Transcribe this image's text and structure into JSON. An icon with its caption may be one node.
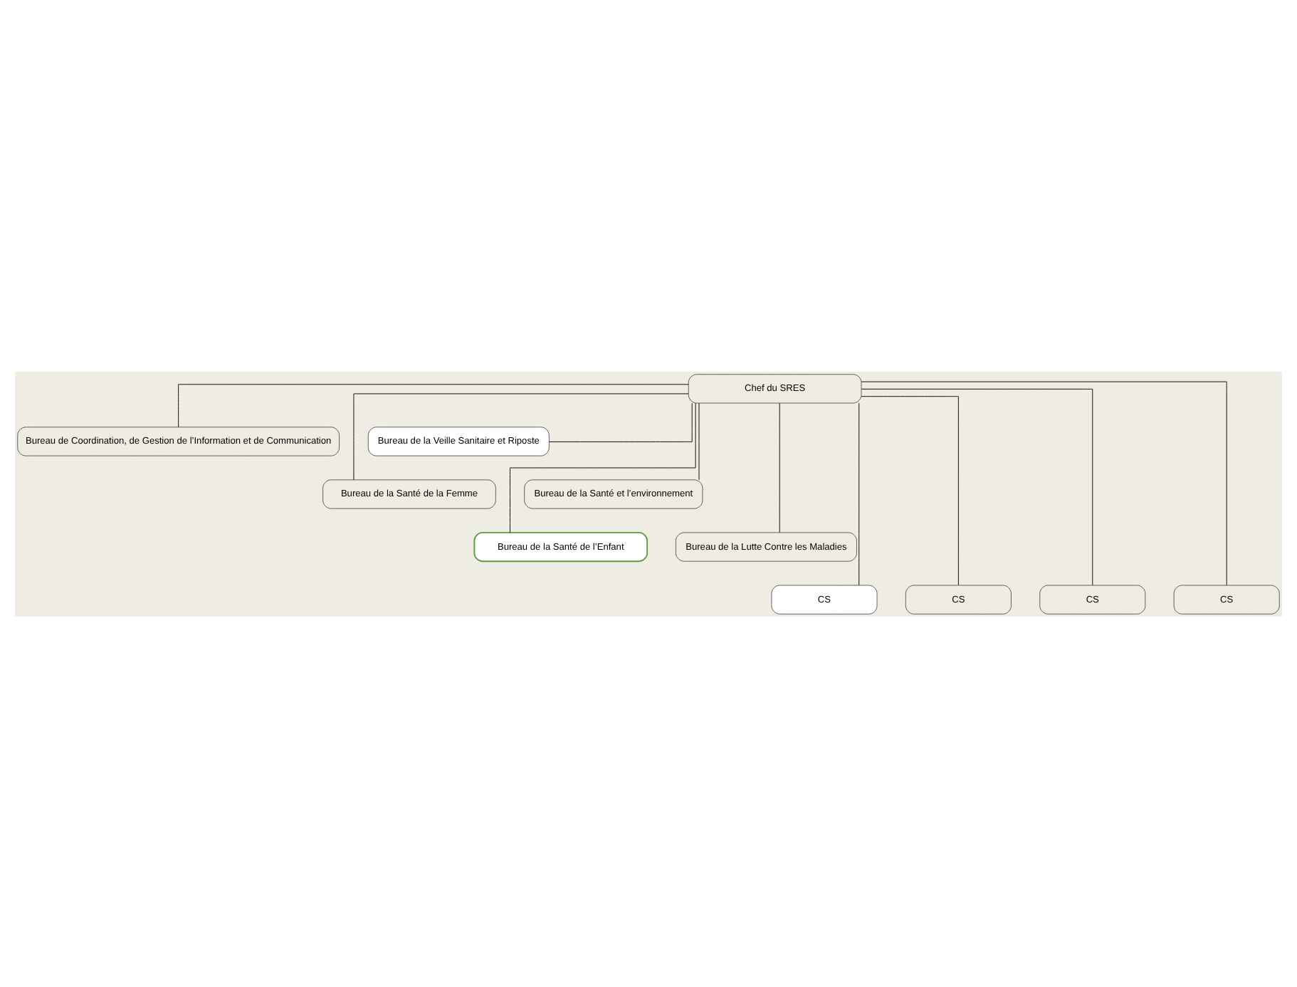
{
  "diagram": {
    "nodes": [
      {
        "text": [
          "Chef du SRES"
        ]
      },
      {
        "text": [
          "Bureau de Coordination, de Gestion de l’Information et de Communication"
        ]
      },
      {
        "text": [
          "Bureau de la Veille Sanitaire et Riposte"
        ]
      },
      {
        "text": [
          "Bureau de la Santé de la Femme"
        ]
      },
      {
        "text": [
          "Bureau de la Santé et l’environnement"
        ]
      },
      {
        "text": [
          "Bureau de la Santé de l’Enfant"
        ]
      },
      {
        "text": [
          "Bureau de la Lutte Contre les Maladies"
        ]
      },
      {
        "text": [
          "CS"
        ]
      },
      {
        "text": [
          "CS"
        ]
      },
      {
        "text": [
          "CS"
        ]
      },
      {
        "text": [
          "CS"
        ]
      }
    ],
    "edges": [
      {
        "from": 0,
        "to": 1,
        "arrow": "none"
      },
      {
        "from": 0,
        "to": 2,
        "arrow": "none"
      },
      {
        "from": 0,
        "to": 3,
        "arrow": "none"
      },
      {
        "from": 0,
        "to": 4,
        "arrow": "none"
      },
      {
        "from": 0,
        "to": 5,
        "arrow": "none"
      },
      {
        "from": 0,
        "to": 6,
        "arrow": "none"
      },
      {
        "from": 0,
        "to": 7,
        "arrow": "none"
      },
      {
        "from": 0,
        "to": 8,
        "arrow": "none"
      },
      {
        "from": 0,
        "to": 9,
        "arrow": "none"
      },
      {
        "from": 0,
        "to": 10,
        "arrow": "none"
      }
    ]
  }
}
